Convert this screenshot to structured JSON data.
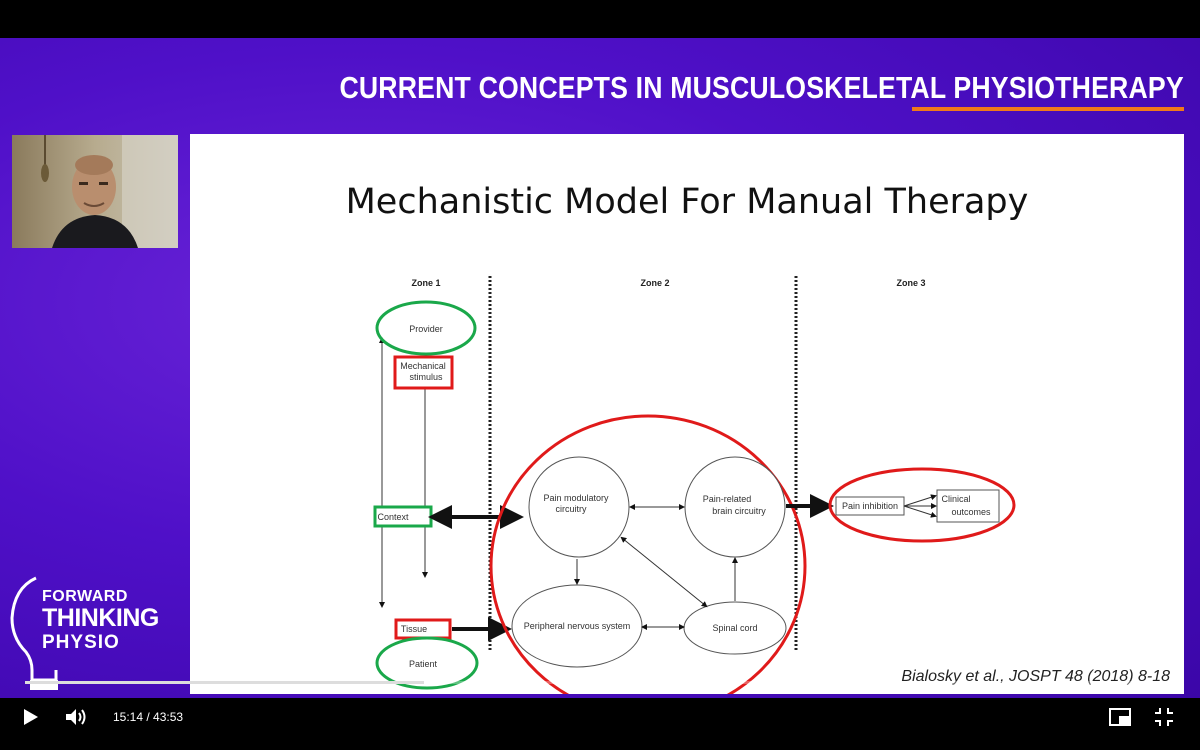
{
  "header": {
    "title": "CURRENT CONCEPTS IN MUSCULOSKELETAL PHYSIOTHERAPY"
  },
  "slide": {
    "title": "Mechanistic Model For Manual Therapy",
    "citation": "Bialosky et al., JOSPT 48 (2018) 8-18"
  },
  "diagram": {
    "zones": [
      "Zone 1",
      "Zone 2",
      "Zone 3"
    ],
    "nodes": {
      "provider": "Provider",
      "mechanical_stimulus_1": "Mechanical",
      "mechanical_stimulus_2": "stimulus",
      "context": "Context",
      "tissue": "Tissue",
      "patient": "Patient",
      "pain_modulatory_1": "Pain modulatory",
      "pain_modulatory_2": "circuitry",
      "pain_brain_1": "Pain-related",
      "pain_brain_2": "brain circuitry",
      "peripheral": "Peripheral nervous system",
      "spinal": "Spinal cord",
      "pain_inhibition": "Pain inhibition",
      "clinical_1": "Clinical",
      "clinical_2": "outcomes"
    }
  },
  "brand": {
    "line1": "FORWARD",
    "line2": "THINKING",
    "line3": "PHYSIO"
  },
  "player": {
    "time": "15:14 / 43:53",
    "progress": 0.347,
    "play_icon": "play-icon",
    "volume_icon": "volume-icon",
    "pip_icon": "picture-in-picture-icon",
    "fullscreen_icon": "fullscreen-exit-icon"
  },
  "colors": {
    "accent_orange": "#f07a1a",
    "stage_purple": "#4f10c8",
    "highlight_red": "#e01a1a",
    "highlight_green": "#1aa84a"
  }
}
